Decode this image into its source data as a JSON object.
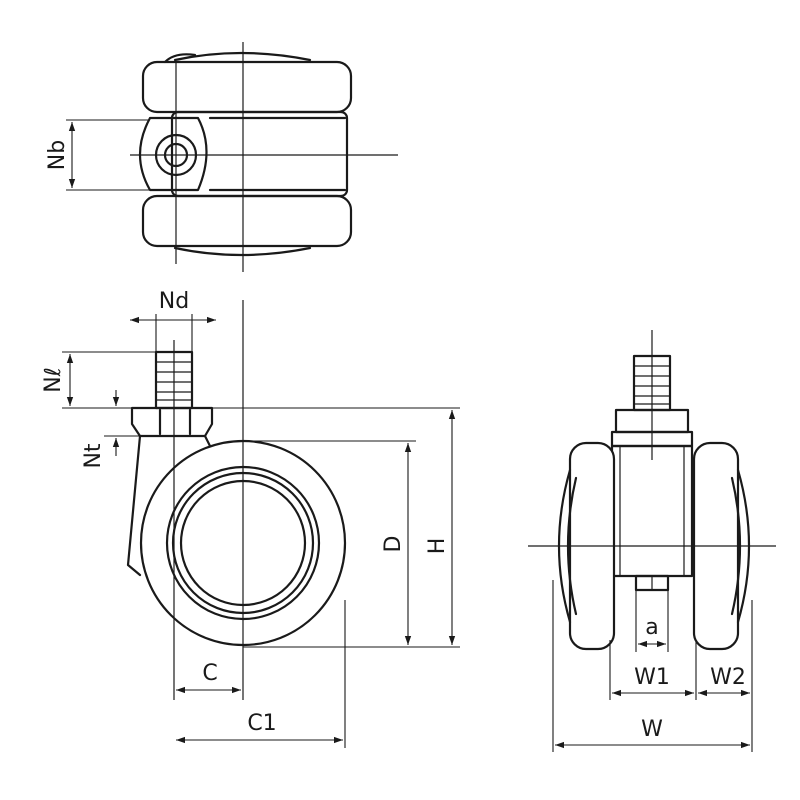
{
  "labels": {
    "nb": "Nb",
    "nd": "Nd",
    "nl": "Nℓ",
    "nt": "Nt",
    "d": "D",
    "h": "H",
    "c": "C",
    "c1": "C1",
    "a": "a",
    "w1": "W1",
    "w2": "W2",
    "w": "W"
  },
  "colors": {
    "line": "#1a1a1a",
    "background": "#ffffff"
  }
}
